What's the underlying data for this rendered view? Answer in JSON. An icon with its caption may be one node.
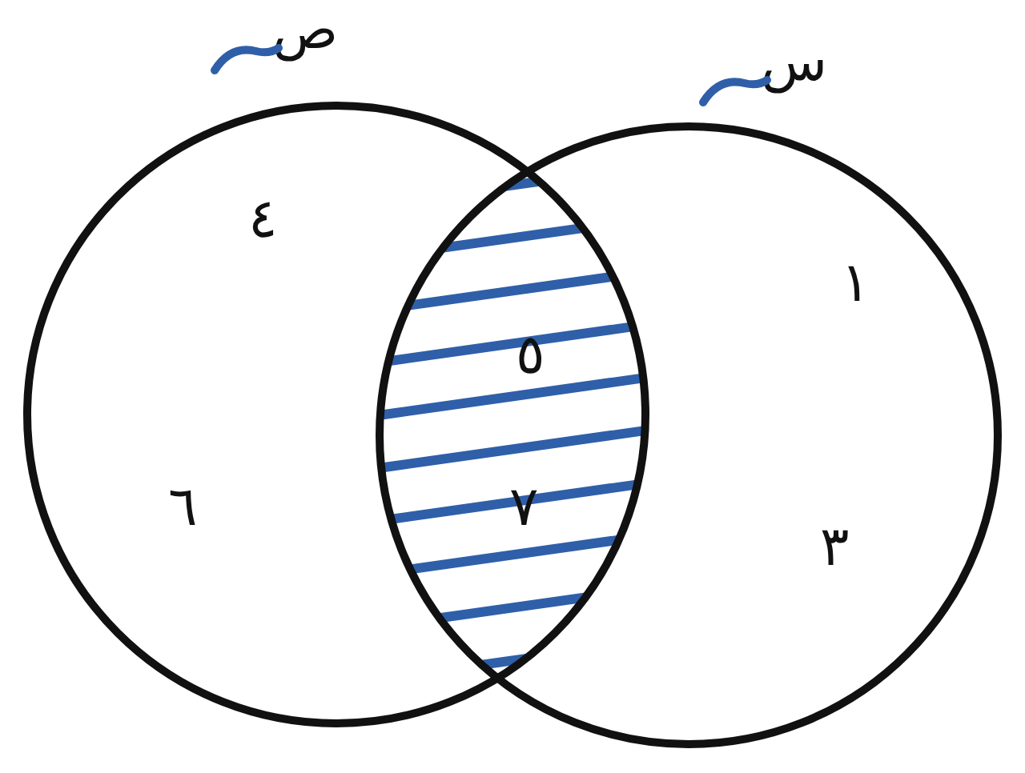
{
  "diagram": {
    "nodes": [
      {
        "text": [
          "ص"
        ]
      },
      {
        "text": [
          "س"
        ]
      }
    ],
    "labels": [
      "٤",
      "١",
      "٥",
      "٦",
      "٧",
      "٣"
    ]
  }
}
